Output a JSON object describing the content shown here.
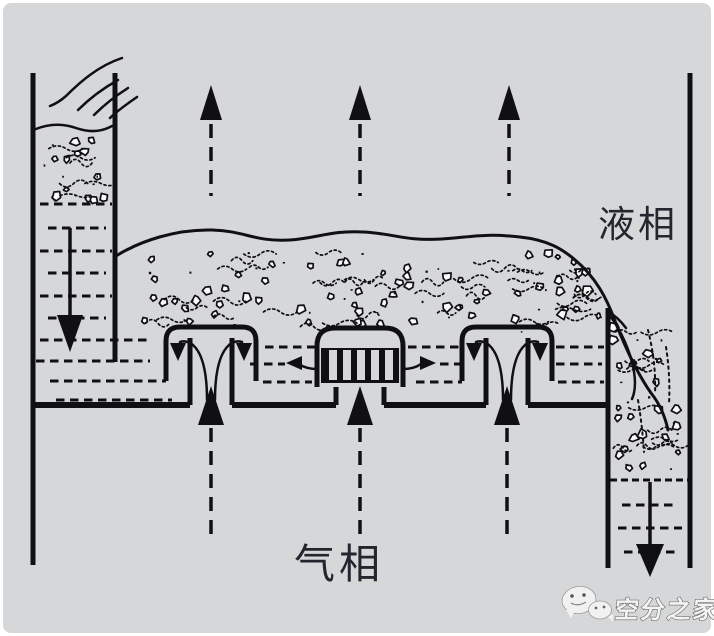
{
  "figure": {
    "type": "schematic-diagram",
    "subject": "bubble-cap tray gas-liquid contact on a distillation column tray"
  },
  "labels": {
    "liquid_phase": "液相",
    "gas_phase": "气相"
  },
  "watermark": {
    "text": "空分之家",
    "icon": "chat-bubbles-logo-icon"
  },
  "flow_indicators": {
    "gas_flow": "dashed-up-arrow",
    "liquid_flow": "solid-down-arrow",
    "cap_discharge": "curved-side-arrow"
  },
  "colors": {
    "background": "#d6d7d8",
    "line": "#101013",
    "label_text": "#23262e",
    "watermark_text": "#f4f4f4",
    "watermark_outline": "#6a6a6a"
  }
}
